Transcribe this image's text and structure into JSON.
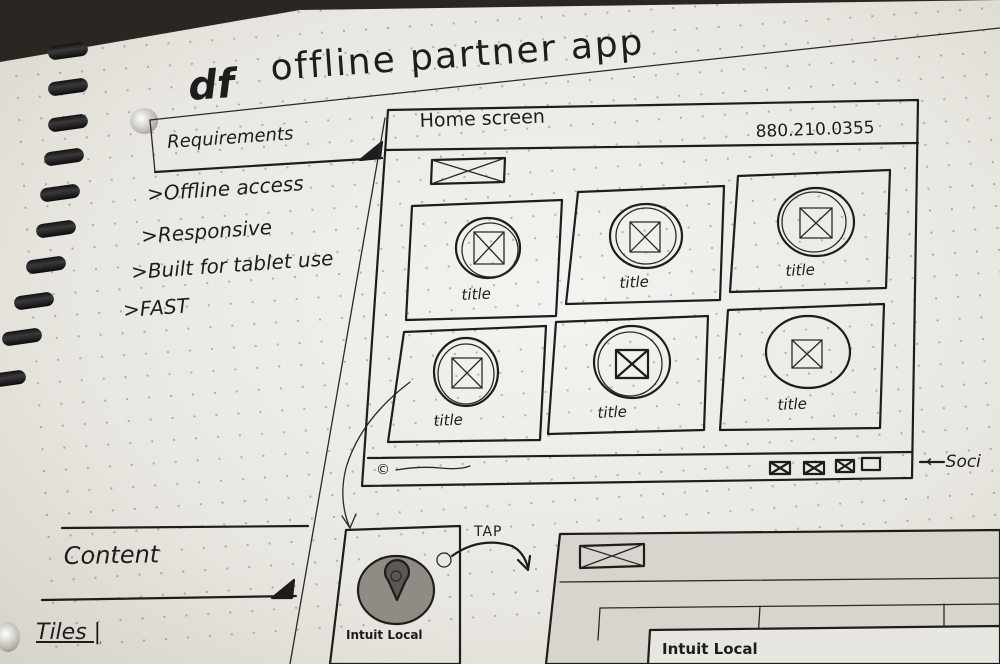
{
  "header": {
    "logo": "df",
    "title": "offline partner app"
  },
  "requirements": {
    "heading": "Requirements",
    "items": [
      ">Offline access",
      ">Responsive",
      ">Built for tablet use",
      ">FAST"
    ]
  },
  "content": {
    "heading": "Content",
    "tiles_label": "Tiles |"
  },
  "wireframe": {
    "screen_label": "Home screen",
    "phone": "880.210.0355",
    "tile_titles": [
      "title",
      "title",
      "title",
      "title",
      "title",
      "title"
    ],
    "footer_copyright": "©",
    "side_note": "← Soci",
    "tile_detail_label": "Intuit Local",
    "tap_label": "TAP",
    "detail_title": "Intuit Local"
  }
}
